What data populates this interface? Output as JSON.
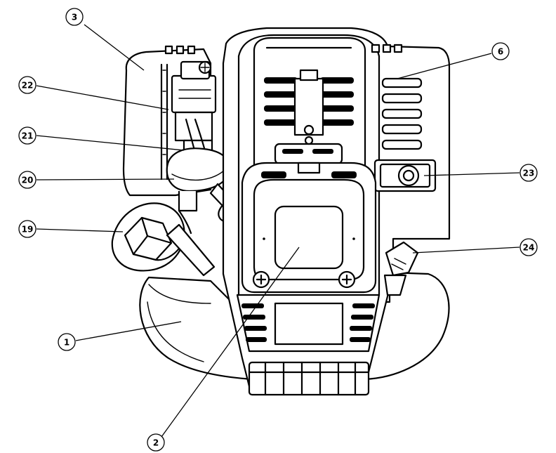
{
  "callouts": [
    {
      "id": "c1",
      "label": "1"
    },
    {
      "id": "c2",
      "label": "2"
    },
    {
      "id": "c3",
      "label": "3"
    },
    {
      "id": "c6",
      "label": "6"
    },
    {
      "id": "c19",
      "label": "19"
    },
    {
      "id": "c20",
      "label": "20"
    },
    {
      "id": "c21",
      "label": "21"
    },
    {
      "id": "c22",
      "label": "22"
    },
    {
      "id": "c23",
      "label": "23"
    },
    {
      "id": "c24",
      "label": "24"
    }
  ]
}
